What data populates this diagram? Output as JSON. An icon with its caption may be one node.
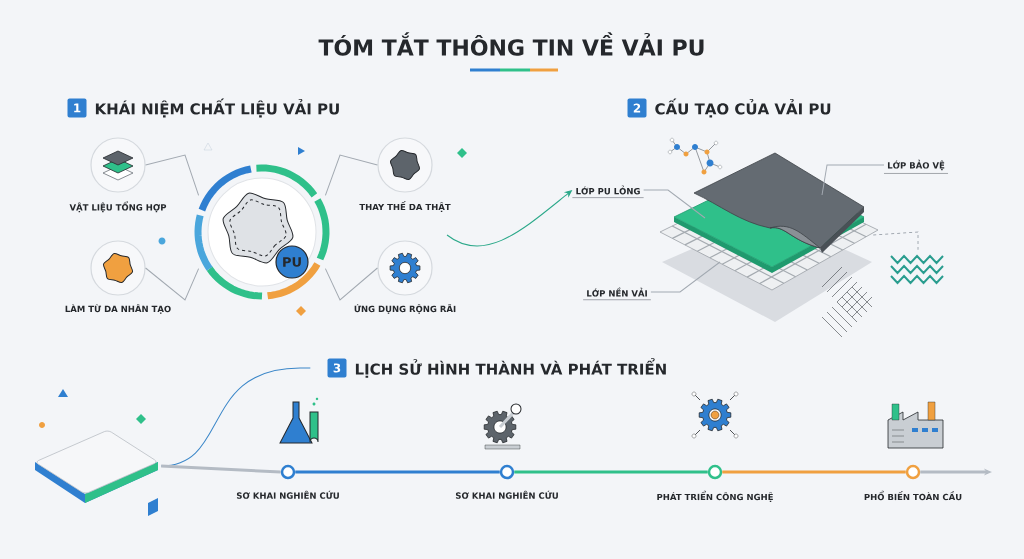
{
  "diagram": {
    "title": "TÓM TẮT THÔNG TIN VỀ VẢI PU",
    "nodes": [
      {
        "text": [
          "1"
        ],
        "beside": [
          "KHÁI NIỆM CHẤT LIỆU VẢI PU"
        ]
      },
      {
        "text": [
          "VẬT LIỆU TỔNG HỢP"
        ]
      },
      {
        "text": [
          "THAY THẾ DA THẬT"
        ]
      },
      {
        "text": [],
        "shape": "circle"
      },
      {
        "text": [
          "PU"
        ],
        "in": 3
      },
      {
        "text": [
          "LÀM TỪ DA NHÂN TẠO"
        ]
      },
      {
        "text": [
          "ỨNG DỤNG RỘNG RÃI"
        ]
      },
      {
        "text": [
          "2"
        ],
        "beside": [
          "CẤU TẠO CỦA VẢI PU"
        ]
      },
      {
        "text": [],
        "shape": "picture"
      },
      {
        "text": [
          "LỚP PU LỎNG"
        ]
      },
      {
        "text": [
          "LỚP BẢO VỆ"
        ]
      },
      {
        "text": [
          "LỚP NỀN VẢI"
        ]
      },
      {
        "text": [],
        "shape": "picture"
      },
      {
        "text": [
          "3"
        ],
        "beside": [
          "LỊCH SỬ HÌNH THÀNH VÀ PHÁT TRIỂN"
        ]
      },
      {
        "text": [],
        "shape": "box"
      },
      {
        "text": [
          "SƠ KHAI NGHIÊN CỨU"
        ]
      },
      {
        "text": [
          "SƠ KHAI NGHIÊN CỨU"
        ]
      },
      {
        "text": [
          "PHÁT TRIỂN CÔNG NGHỆ"
        ]
      },
      {
        "text": [
          "PHỔ BIẾN TOÀN CẦU"
        ]
      }
    ],
    "edges": [
      {
        "from": 3,
        "to": 1,
        "arrow": "none"
      },
      {
        "from": 3,
        "to": 2,
        "arrow": "none"
      },
      {
        "from": 3,
        "to": 5,
        "arrow": "none"
      },
      {
        "from": 3,
        "to": 6,
        "arrow": "none"
      },
      {
        "from": null,
        "to": 9,
        "arrow": "to",
        "color": "#2aa889"
      },
      {
        "from": 9,
        "to": 8,
        "arrow": "none"
      },
      {
        "from": 10,
        "to": 8,
        "arrow": "none"
      },
      {
        "from": 11,
        "to": 8,
        "arrow": "none"
      },
      {
        "from": 8,
        "to": 12,
        "arrow": "none",
        "style": "dashed"
      },
      {
        "from": 14,
        "to": 13,
        "arrow": "none",
        "color": "#3a86c8"
      },
      {
        "from": 14,
        "to": 15,
        "arrow": "none",
        "style": "thick",
        "color": "#b4bbc4"
      },
      {
        "from": 15,
        "to": 16,
        "arrow": "none",
        "style": "thick",
        "color": "#2f7fd0"
      },
      {
        "from": 16,
        "to": 17,
        "arrow": "none",
        "style": "thick",
        "color": "#2fc08a"
      },
      {
        "from": 17,
        "to": 18,
        "arrow": "none",
        "style": "thick",
        "color": "#f0a040"
      },
      {
        "from": 18,
        "to": null,
        "arrow": "to",
        "style": "thick",
        "color": "#b4bbc4"
      }
    ]
  }
}
